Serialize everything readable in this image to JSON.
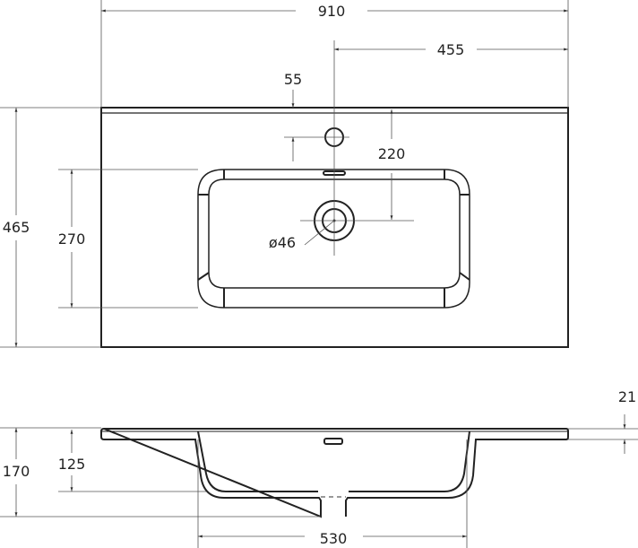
{
  "title": "Washbasin technical drawing",
  "top_view": {
    "overall_width": "910",
    "half_width": "455",
    "faucet_offset": "55",
    "faucet_to_drain": "220",
    "depth": "465",
    "basin_depth": "270",
    "drain_diameter": "ø46"
  },
  "side_view": {
    "top_thickness": "21",
    "total_height": "170",
    "basin_height": "125",
    "basin_width": "530"
  },
  "colors": {
    "line": "#222222",
    "dim_line": "#555555"
  }
}
